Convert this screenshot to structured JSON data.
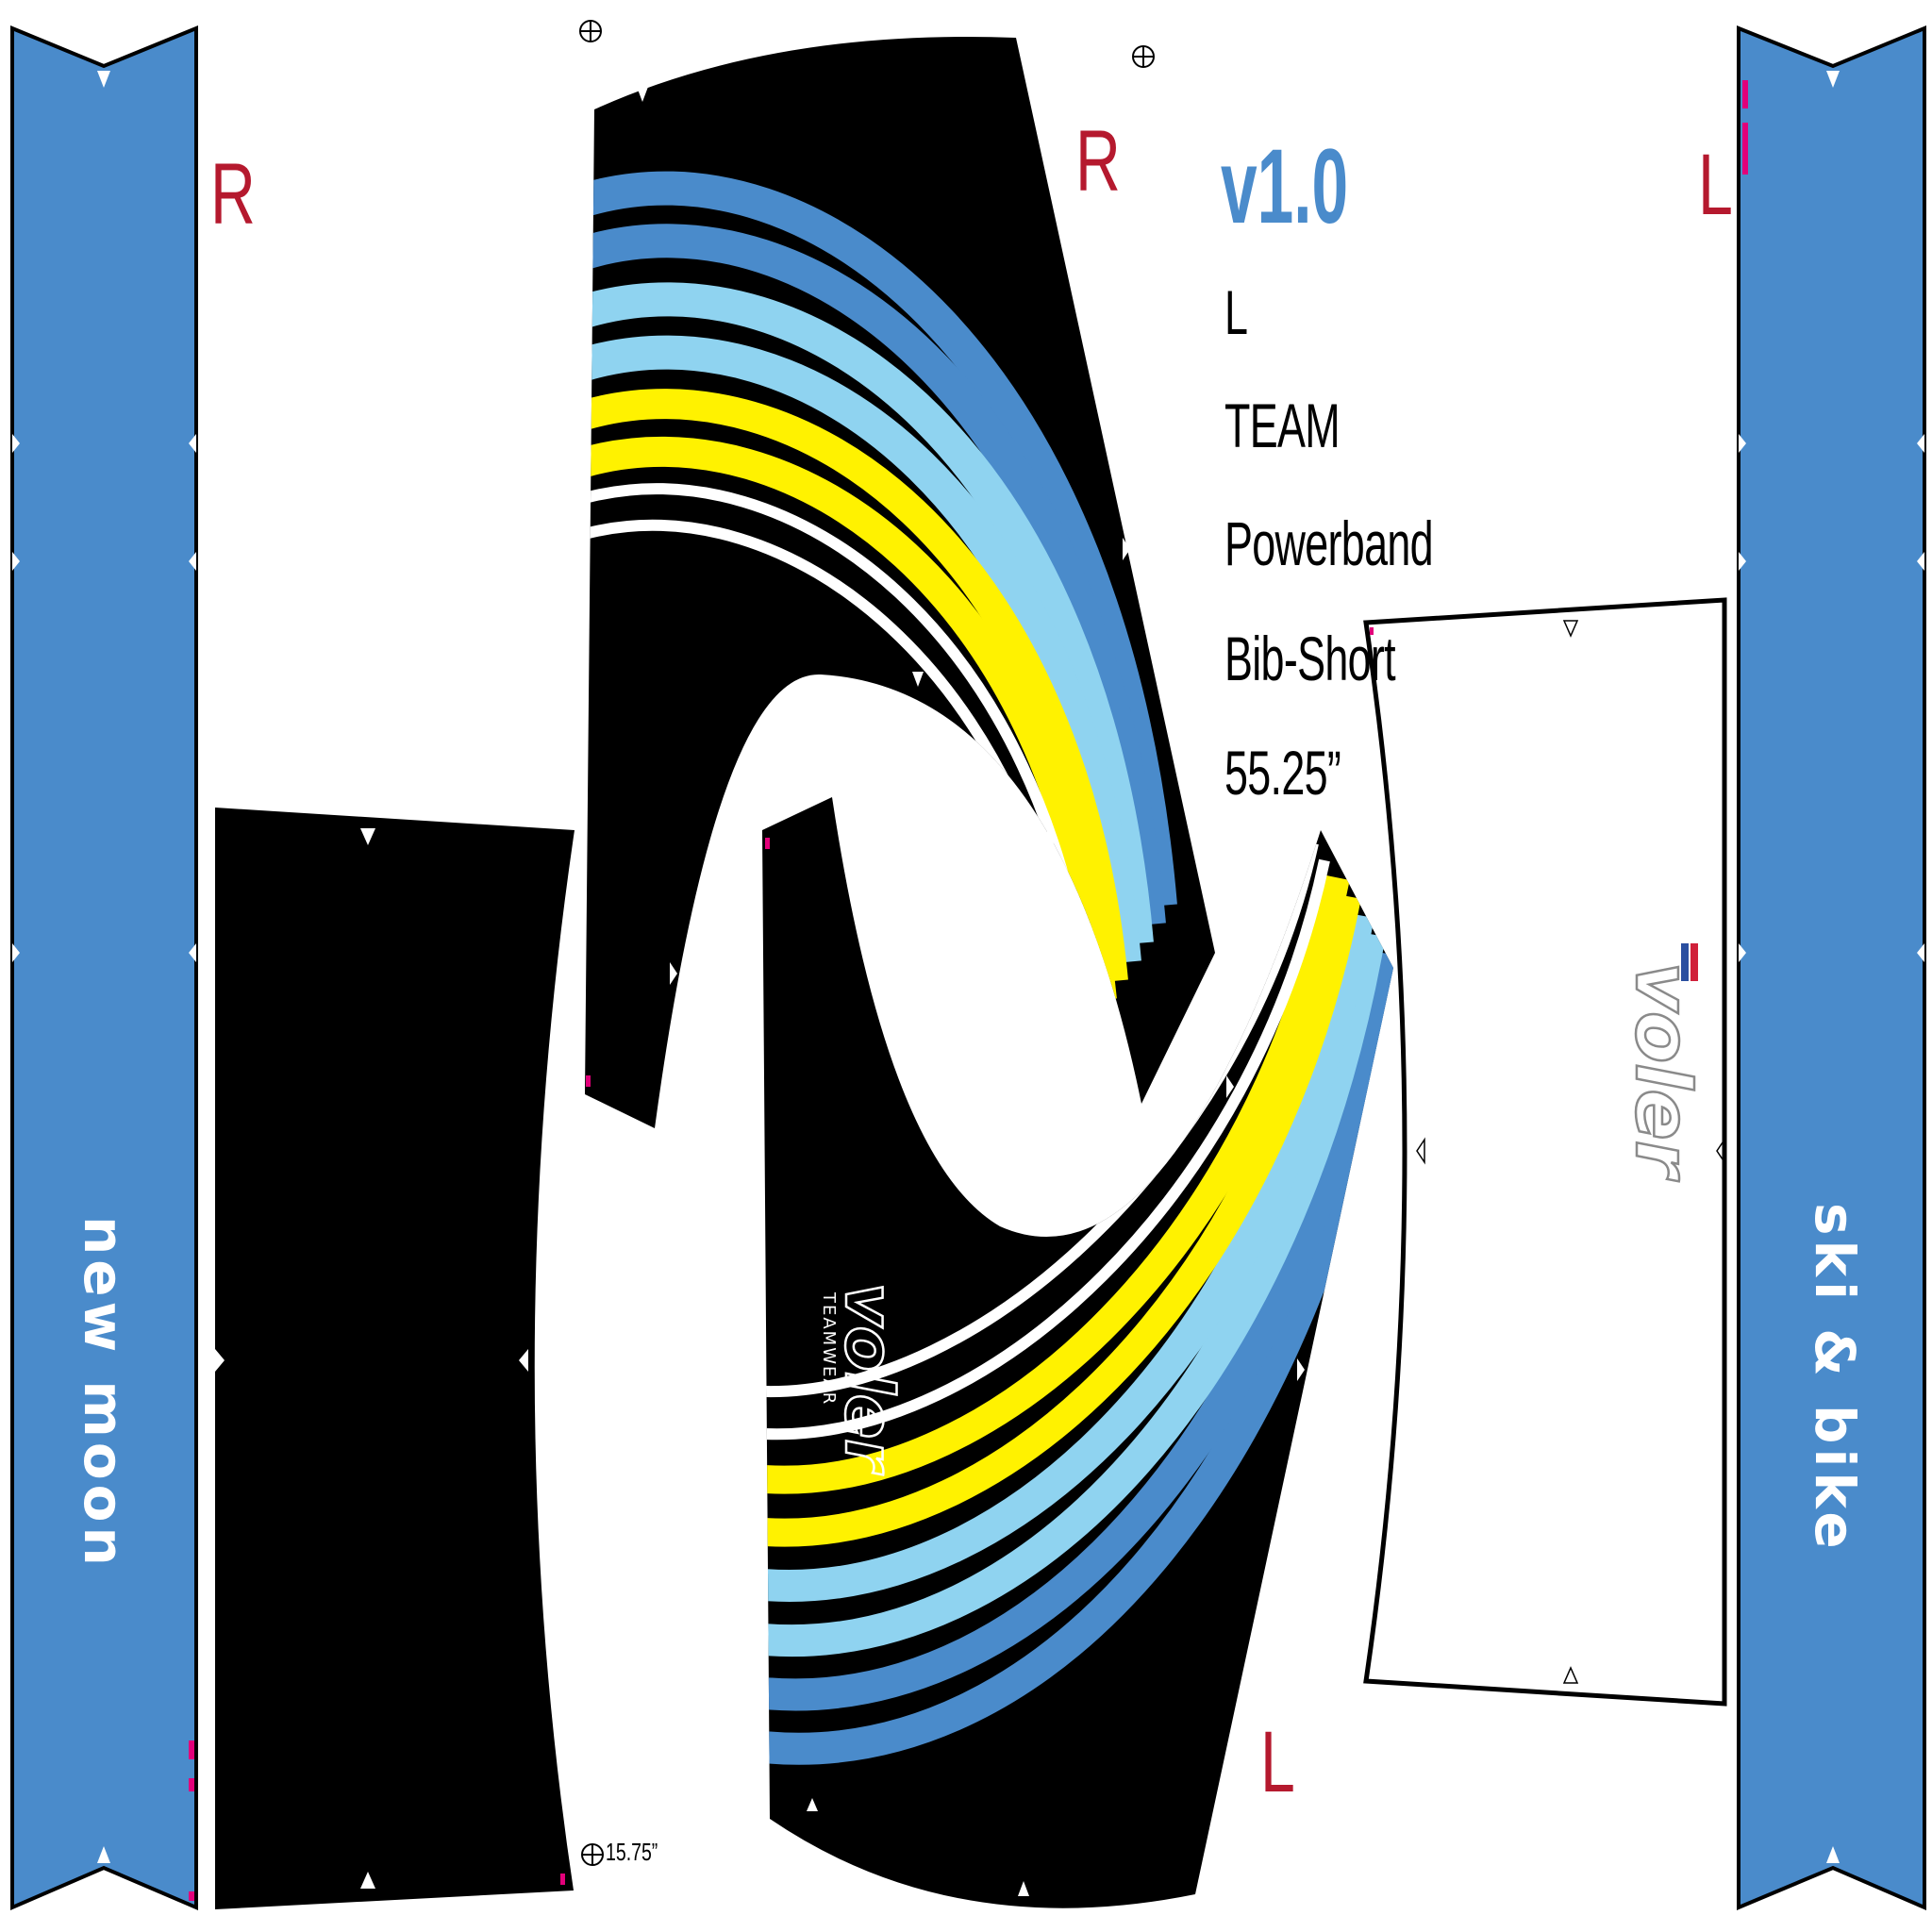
{
  "colors": {
    "blue": "#4a8bcb",
    "light_blue": "#8fd3f0",
    "yellow": "#fff200",
    "white": "#ffffff",
    "black": "#000000",
    "red": "#b5192e",
    "magenta": "#e2007a"
  },
  "markers": {
    "right_top_left": "R",
    "right_top_center": "R",
    "left_top_right": "L",
    "left_bottom_center": "L"
  },
  "spec": {
    "version": "v1.0",
    "size": "L",
    "team": "TEAM",
    "model": "Powerband",
    "style": "Bib-Short",
    "length": "55.25”"
  },
  "measurements": {
    "bottom": "15.75”"
  },
  "side_panels": {
    "left_text": "new moon",
    "right_text": "ski & bike"
  },
  "logos": {
    "panel_logo": "voler",
    "panel_tagline": "TEAMWEAR",
    "leg_logo": "voler"
  },
  "icons": [
    "registration-mark-icon",
    "notch-triangle-icon"
  ]
}
